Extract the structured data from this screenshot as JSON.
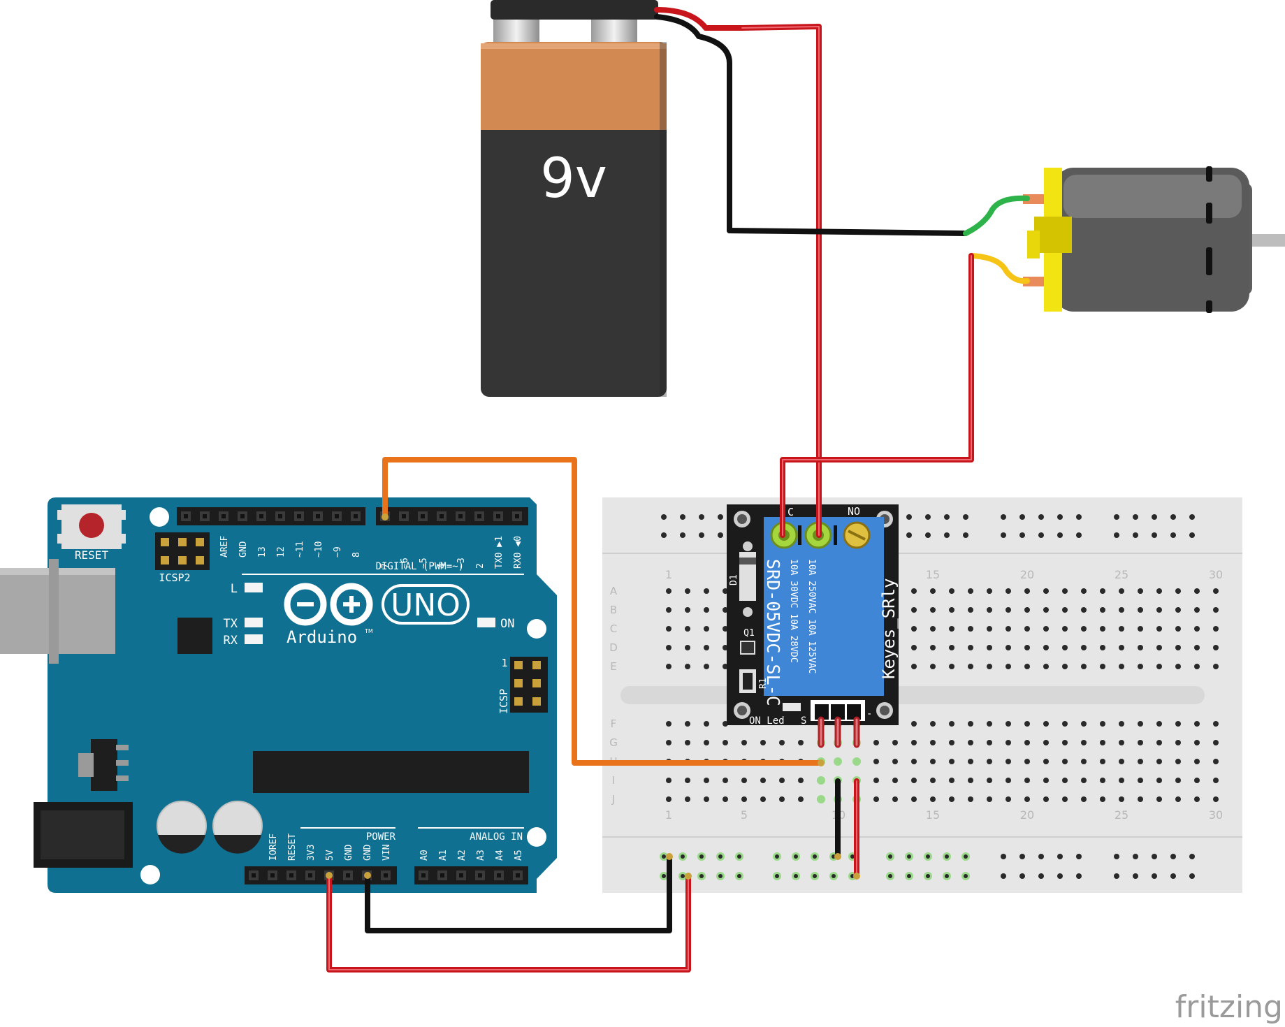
{
  "battery": {
    "label": "9v"
  },
  "arduino": {
    "reset": "RESET",
    "icsp2": "ICSP2",
    "icsp": "ICSP",
    "icsp_pin": "1",
    "led_l": "L",
    "led_tx": "TX",
    "led_rx": "RX",
    "led_on": "ON",
    "brand": "Arduino",
    "tm": "TM",
    "model": "UNO",
    "digital_label": "DIGITAL (PWM=~)",
    "power_label": "POWER",
    "analog_label": "ANALOG IN",
    "top_pins_left": [
      "AREF",
      "GND",
      "13",
      "12",
      "~11",
      "~10",
      "~9",
      "8"
    ],
    "top_pins_right": [
      "7",
      "~6",
      "~5",
      "4",
      "~3",
      "2",
      "TX0 ▶1",
      "RX0 ◀0"
    ],
    "power_pins": [
      "IOREF",
      "RESET",
      "3V3",
      "5V",
      "GND",
      "GND",
      "VIN"
    ],
    "analog_pins": [
      "A0",
      "A1",
      "A2",
      "A3",
      "A4",
      "A5"
    ]
  },
  "relay": {
    "brand": "Keyes_SRly",
    "model": "SRD-05VDC-SL-C",
    "rating_1": "10A 250VAC  10A 125VAC",
    "rating_2": "10A  30VDC  10A  28VDC",
    "term_c": "C",
    "term_no": "NO",
    "d1": "D1",
    "q1": "Q1",
    "r1": "R1",
    "on_led": "ON_Led",
    "pin_s": "S",
    "pin_minus": "-"
  },
  "breadboard": {
    "row_labels_top": [
      "A",
      "B",
      "C",
      "D",
      "E"
    ],
    "row_labels_bottom": [
      "F",
      "G",
      "H",
      "I",
      "J"
    ],
    "column_numbers": [
      "1",
      "5",
      "10",
      "15",
      "20",
      "25",
      "30"
    ]
  },
  "footer": {
    "brand": "fritzing"
  },
  "colors": {
    "board": "#0f7091",
    "wire_red": "#c8151b",
    "wire_black": "#111111",
    "wire_orange": "#e8731a",
    "wire_green": "#2db34a",
    "wire_yellow": "#f5c417",
    "relay_blue": "#3f86d6"
  }
}
